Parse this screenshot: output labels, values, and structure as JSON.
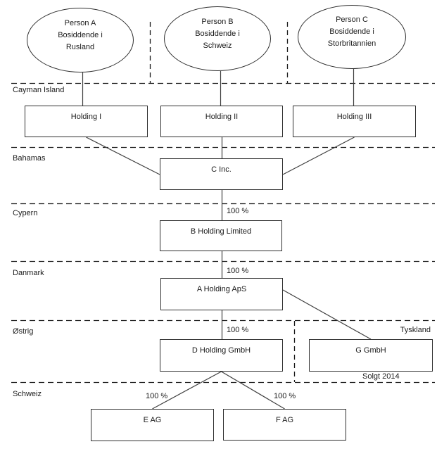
{
  "diagram_title": "ownership-structure-diagram",
  "persons": [
    {
      "line1": "Person A",
      "line2": "Bosiddende i",
      "line3": "Rusland"
    },
    {
      "line1": "Person B",
      "line2": "Bosiddende i",
      "line3": "Schweiz"
    },
    {
      "line1": "Person C",
      "line2": "Bosiddende i",
      "line3": "Storbritannien"
    }
  ],
  "regions": [
    {
      "label": "Cayman Island"
    },
    {
      "label": "Bahamas"
    },
    {
      "label": "Cypern"
    },
    {
      "label": "Danmark"
    },
    {
      "label": "Østrig"
    },
    {
      "label": "Schweiz"
    }
  ],
  "right_labels": {
    "tyskland": "Tyskland",
    "solgt": "Solgt 2014"
  },
  "companies": [
    {
      "label": "Holding I"
    },
    {
      "label": "Holding II"
    },
    {
      "label": "Holding III"
    },
    {
      "label": "C Inc."
    },
    {
      "label": "B Holding Limited"
    },
    {
      "label": "A Holding ApS"
    },
    {
      "label": "D Holding GmbH"
    },
    {
      "label": "G GmbH"
    },
    {
      "label": "E AG"
    },
    {
      "label": "F AG"
    }
  ],
  "ownership_labels": [
    {
      "label": "100 %"
    },
    {
      "label": "100 %"
    },
    {
      "label": "100 %"
    },
    {
      "label": "100 %"
    },
    {
      "label": "100 %"
    }
  ],
  "colors": {
    "line": "#3f3f3f",
    "border": "#2f2f2f",
    "text": "#1a1a1a",
    "background": "#ffffff"
  }
}
